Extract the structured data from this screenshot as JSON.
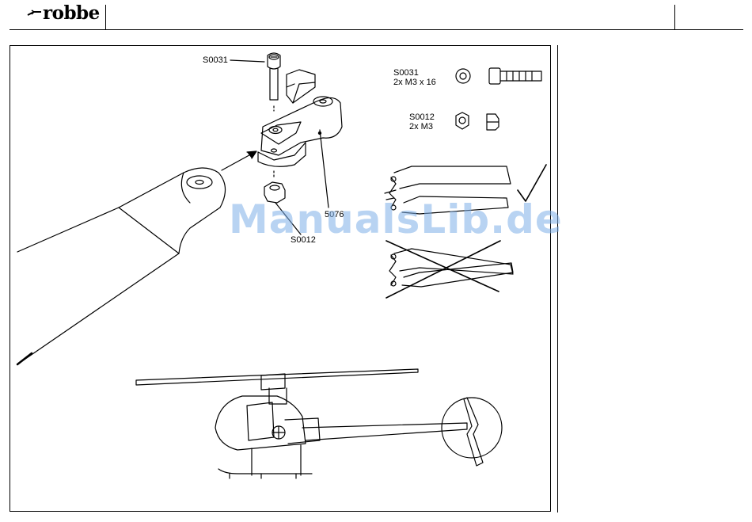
{
  "header": {
    "brand": "robbe",
    "logo_icon": "arrow-logo-icon"
  },
  "figure": {
    "callouts": {
      "screw_top": "S0031",
      "nut_bottom": "S0012",
      "holder": "5076"
    },
    "parts_list": [
      {
        "part_no": "S0031",
        "qty_spec": "2x M3 x 16",
        "icons": [
          "washer-icon",
          "screw-icon"
        ]
      },
      {
        "part_no": "S0012",
        "qty_spec": "2x M3",
        "icons": [
          "hex-nut-icon",
          "nut-side-icon"
        ]
      }
    ],
    "orientation": {
      "correct": "check-mark-icon",
      "wrong": "cross-out-icon"
    }
  },
  "watermark": "ManualsLib.de"
}
